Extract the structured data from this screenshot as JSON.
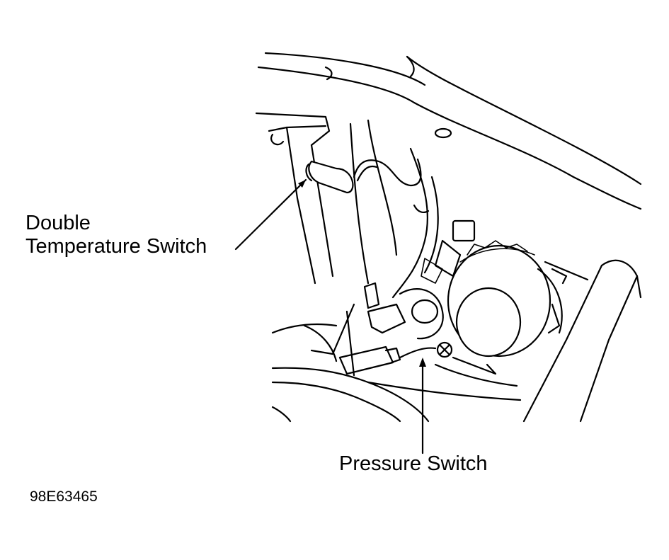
{
  "labels": {
    "double_temperature_switch": [
      "Double",
      "Temperature Switch"
    ],
    "pressure_switch": "Pressure Switch",
    "figure_id": "98E63465"
  },
  "colors": {
    "line": "#000000",
    "background": "#ffffff"
  }
}
